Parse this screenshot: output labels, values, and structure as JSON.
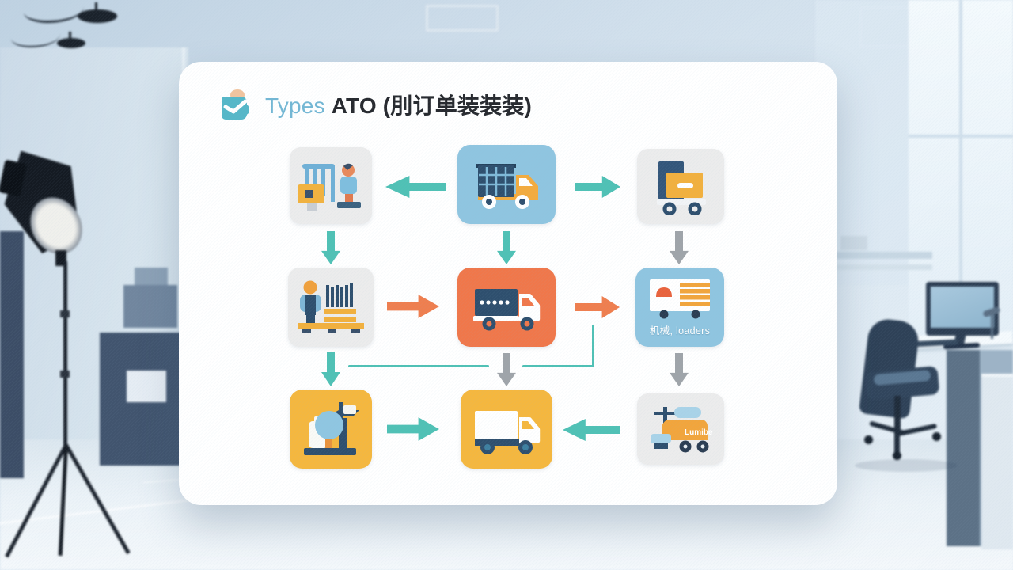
{
  "card": {
    "title_light": "Types",
    "title_bold": "ATO (刖订单装装装)"
  },
  "diagram": {
    "cells": [
      {
        "name": "unload-station",
        "color": "#ececec",
        "label": ""
      },
      {
        "name": "cage-truck",
        "color": "#8fc5e0",
        "label": ""
      },
      {
        "name": "hand-truck",
        "color": "#ececec",
        "label": ""
      },
      {
        "name": "picking-station",
        "color": "#ececec",
        "label": ""
      },
      {
        "name": "cargo-truck",
        "color": "#f0774a",
        "label": ""
      },
      {
        "name": "container-truck",
        "color": "#8fc5e0",
        "label": "机械, loaders"
      },
      {
        "name": "weigh-station",
        "color": "#f5b73e",
        "label": ""
      },
      {
        "name": "box-truck",
        "color": "#f5b73e",
        "label": ""
      },
      {
        "name": "tug-vehicle",
        "color": "#ececec",
        "label": "Lumibe"
      }
    ],
    "arrows": [
      {
        "from": "cage-truck",
        "to": "unload-station",
        "dir": "left",
        "color": "#4fc1b5"
      },
      {
        "from": "cage-truck",
        "to": "hand-truck",
        "dir": "right",
        "color": "#4fc1b5"
      },
      {
        "from": "unload-station",
        "to": "picking-station",
        "dir": "down",
        "color": "#4fc1b5"
      },
      {
        "from": "cage-truck",
        "to": "cargo-truck",
        "dir": "down",
        "color": "#4fc1b5"
      },
      {
        "from": "hand-truck",
        "to": "container-truck",
        "dir": "down",
        "color": "#9fa4a9"
      },
      {
        "from": "picking-station",
        "to": "cargo-truck",
        "dir": "right",
        "color": "#ef7e4e"
      },
      {
        "from": "cargo-truck",
        "to": "container-truck",
        "dir": "right",
        "color": "#ef7e4e"
      },
      {
        "from": "picking-station",
        "to": "weigh-station",
        "dir": "down",
        "color": "#4fc1b5"
      },
      {
        "from": "cargo-truck",
        "to": "box-truck",
        "dir": "down",
        "color": "#9fa4a9"
      },
      {
        "from": "container-truck",
        "to": "tug-vehicle",
        "dir": "down",
        "color": "#9fa4a9"
      },
      {
        "from": "weigh-station",
        "to": "box-truck",
        "dir": "right",
        "color": "#4fc1b5"
      },
      {
        "from": "tug-vehicle",
        "to": "box-truck",
        "dir": "left",
        "color": "#4fc1b5"
      },
      {
        "from": "container-truck",
        "to": "row-3",
        "dir": "elbow-left",
        "color": "#4fc1b5"
      }
    ],
    "colors": {
      "teal_arrow": "#4fc1b5",
      "orange_arrow": "#ef7e4e",
      "gray_arrow": "#9fa4a9",
      "cell_gray": "#ececec",
      "cell_blue": "#8fc5e0",
      "cell_orange": "#f0774a",
      "cell_yellow": "#f5b73e",
      "title_light_blue": "#73b7d4",
      "title_dark": "#26292e",
      "card_bg": "#ffffff"
    }
  }
}
